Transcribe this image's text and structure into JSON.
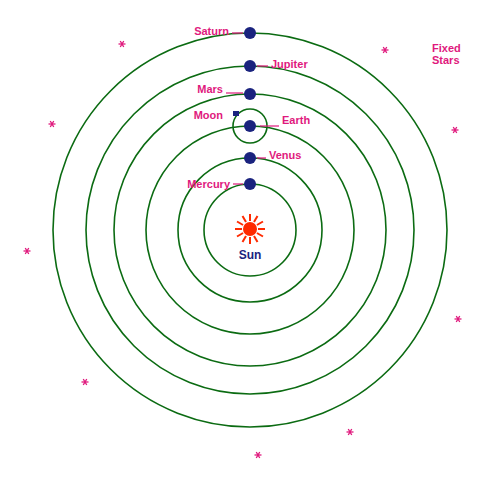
{
  "diagram": {
    "labels": [
      "Saturn",
      "Jupiter",
      "Mars",
      "Moon",
      "Earth",
      "Venus",
      "Mercury",
      "Sun",
      "Fixed Stars"
    ]
  }
}
